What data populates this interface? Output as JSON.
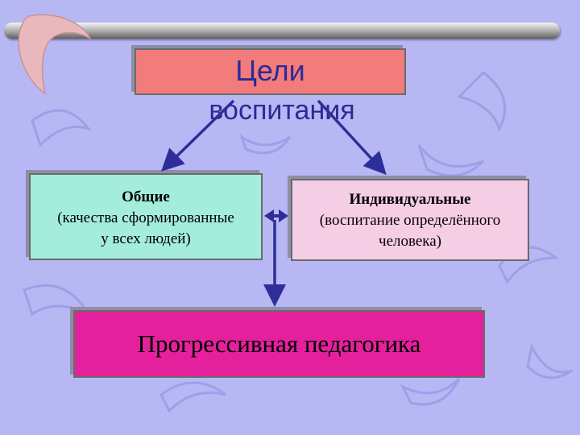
{
  "title": {
    "line1": "Цели",
    "line2": "воспитания"
  },
  "box_general": {
    "heading": "Общие",
    "line1": "(качества сформированные",
    "line2": "у всех людей)"
  },
  "box_individual": {
    "heading": "Индивидуальные",
    "line1": "(воспитание определённого",
    "line2": "человека)"
  },
  "box_progressive": {
    "text": "Прогрессивная педагогика"
  },
  "colors": {
    "background": "#b7b7f4",
    "title_box": "#f27b7b",
    "title_text": "#2b2b95",
    "general_box": "#a4eddc",
    "individual_box": "#f5cde4",
    "progressive_box": "#e4209d",
    "arrow": "#2e2e9a",
    "boomerang": "#e8b8bc"
  }
}
